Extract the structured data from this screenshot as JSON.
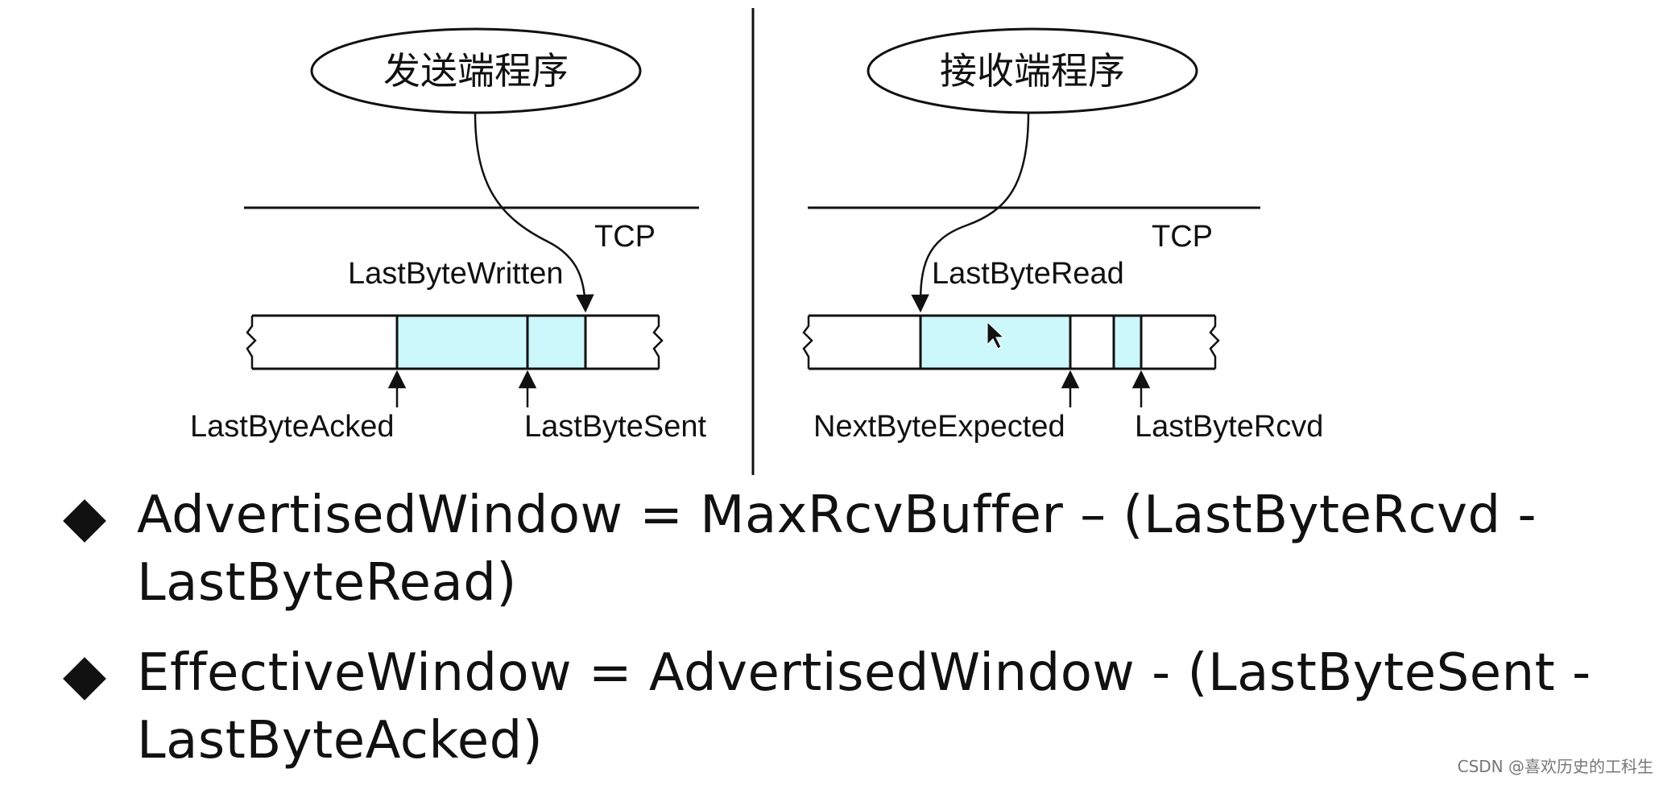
{
  "sender": {
    "program_label": "发送端程序",
    "tcp_label": "TCP",
    "last_byte_written": "LastByteWritten",
    "last_byte_acked": "LastByteAcked",
    "last_byte_sent": "LastByteSent"
  },
  "receiver": {
    "program_label": "接收端程序",
    "tcp_label": "TCP",
    "last_byte_read": "LastByteRead",
    "next_byte_expected": "NextByteExpected",
    "last_byte_rcvd": "LastByteRcvd"
  },
  "formulas": [
    {
      "line1": "AdvertisedWindow = MaxRcvBuffer – (LastByteRcvd -",
      "line2": "LastByteRead)"
    },
    {
      "line1": "EffectiveWindow = AdvertisedWindow - (LastByteSent -",
      "line2": "LastByteAcked)"
    }
  ],
  "watermark": "CSDN @喜欢历史的工科生",
  "colors": {
    "buffer_fill": "#ccf8fb",
    "line": "#111111"
  }
}
